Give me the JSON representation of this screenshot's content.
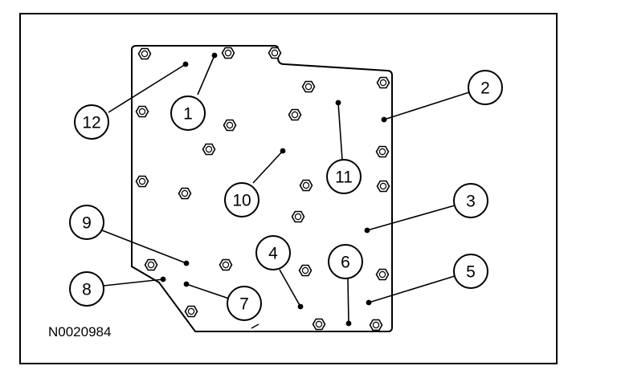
{
  "figure": {
    "id_label": "N0020984"
  },
  "callouts": [
    {
      "label": "1"
    },
    {
      "label": "2"
    },
    {
      "label": "3"
    },
    {
      "label": "4"
    },
    {
      "label": "5"
    },
    {
      "label": "6"
    },
    {
      "label": "7"
    },
    {
      "label": "8"
    },
    {
      "label": "9"
    },
    {
      "label": "10"
    },
    {
      "label": "11"
    },
    {
      "label": "12"
    }
  ]
}
